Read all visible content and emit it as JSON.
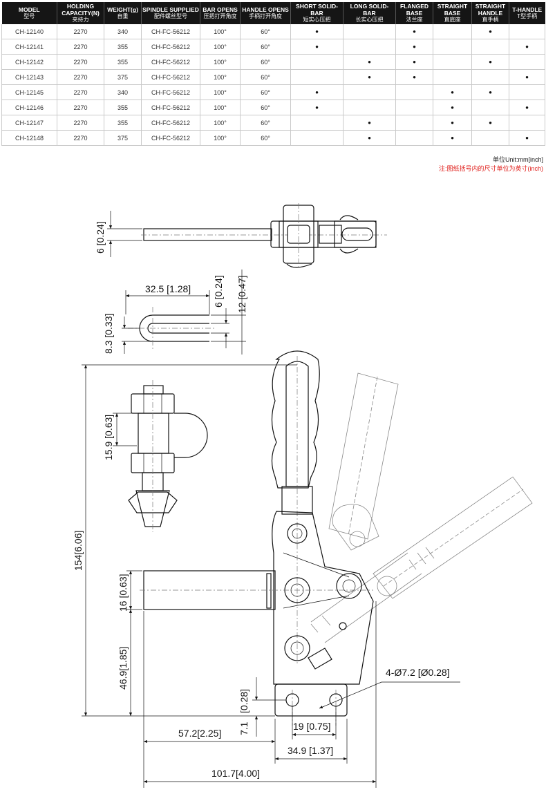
{
  "table": {
    "headers": [
      {
        "en": "MODEL",
        "cn": "型号"
      },
      {
        "en": "HOLDING CAPACITY(N)",
        "cn": "夹持力"
      },
      {
        "en": "WEIGHT(g)",
        "cn": "自重"
      },
      {
        "en": "SPINDLE SUPPLIED",
        "cn": "配件螺丝型号"
      },
      {
        "en": "BAR OPENS",
        "cn": "压把打开角度"
      },
      {
        "en": "HANDLE OPENS",
        "cn": "手柄打开角度"
      },
      {
        "en": "SHORT SOLID-BAR",
        "cn": "短实心压把"
      },
      {
        "en": "LONG SOLID-BAR",
        "cn": "长实心压把"
      },
      {
        "en": "FLANGED BASE",
        "cn": "法兰座"
      },
      {
        "en": "STRAIGHT BASE",
        "cn": "直底座"
      },
      {
        "en": "STRAIGHT HANDLE",
        "cn": "直手柄"
      },
      {
        "en": "T-HANDLE",
        "cn": "T型手柄"
      }
    ],
    "rows": [
      [
        "CH-12140",
        "2270",
        "340",
        "CH-FC-56212",
        "100°",
        "60°",
        "•",
        "",
        "•",
        "",
        "•",
        ""
      ],
      [
        "CH-12141",
        "2270",
        "355",
        "CH-FC-56212",
        "100°",
        "60°",
        "•",
        "",
        "•",
        "",
        "",
        "•"
      ],
      [
        "CH-12142",
        "2270",
        "355",
        "CH-FC-56212",
        "100°",
        "60°",
        "",
        "•",
        "•",
        "",
        "•",
        ""
      ],
      [
        "CH-12143",
        "2270",
        "375",
        "CH-FC-56212",
        "100°",
        "60°",
        "",
        "•",
        "•",
        "",
        "",
        "•"
      ],
      [
        "CH-12145",
        "2270",
        "340",
        "CH-FC-56212",
        "100°",
        "60°",
        "•",
        "",
        "",
        "•",
        "•",
        ""
      ],
      [
        "CH-12146",
        "2270",
        "355",
        "CH-FC-56212",
        "100°",
        "60°",
        "•",
        "",
        "",
        "•",
        "",
        "•"
      ],
      [
        "CH-12147",
        "2270",
        "355",
        "CH-FC-56212",
        "100°",
        "60°",
        "",
        "•",
        "",
        "•",
        "•",
        ""
      ],
      [
        "CH-12148",
        "2270",
        "375",
        "CH-FC-56212",
        "100°",
        "60°",
        "",
        "•",
        "",
        "•",
        "",
        "•"
      ]
    ]
  },
  "notes": {
    "unit": "单位Unit:mm[inch]",
    "inch_note": "注:图纸括号内的尺寸单位为英寸(inch)"
  },
  "dimensions": {
    "top_bar_thickness": "6 [0.24]",
    "fork_length": "32.5 [1.28]",
    "fork_slot": "6 [0.24]",
    "fork_width": "12 [0.47]",
    "fork_radius": "8.3 [0.33]",
    "spindle_pad": "15.9 [0.63]",
    "overall_height": "154[6.06]",
    "bar_height": "16 [0.63]",
    "pivot_height": "46.9[1.85]",
    "base_hole_height": "[0.28]",
    "base_hole_offset": "7.1",
    "mount_holes": "4-Ø7.2 [Ø0.28]",
    "base_hole_spacing": "19 [0.75]",
    "bar_reach": "57.2[2.25]",
    "base_width": "34.9 [1.37]",
    "overall_length": "101.7[4.00]"
  },
  "colors": {
    "header_bg": "#151515",
    "note_red": "#e0201c"
  }
}
